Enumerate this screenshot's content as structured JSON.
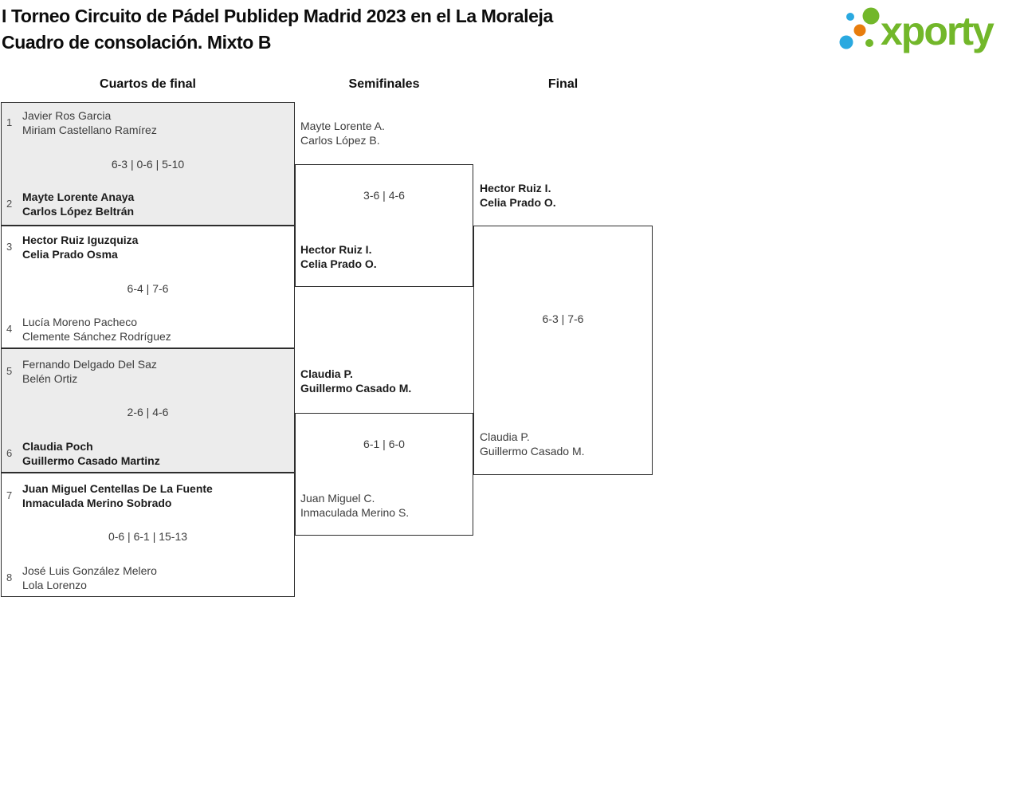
{
  "title": {
    "line1": "I Torneo Circuito de Pádel Publidep Madrid 2023 en el La Moraleja",
    "line2": "Cuadro de consolación. Mixto B"
  },
  "logo": {
    "wordmark": "xporty",
    "colors": {
      "green": "#72b72a",
      "blue": "#2aa9e0",
      "orange": "#e87d0d"
    }
  },
  "rounds": [
    {
      "label": "Cuartos de final"
    },
    {
      "label": "Semifinales"
    },
    {
      "label": "Final"
    }
  ],
  "bracket": {
    "quarterfinals": [
      {
        "seed_top": "1",
        "top_line1": "Javier Ros Garcia",
        "top_line2": "Miriam Castellano Ramírez",
        "score": "6-3 | 0-6 | 5-10",
        "seed_bottom": "2",
        "bottom_line1": "Mayte Lorente Anaya",
        "bottom_line2": "Carlos López Beltrán",
        "winner": "bottom"
      },
      {
        "seed_top": "3",
        "top_line1": "Hector Ruiz Iguzquiza",
        "top_line2": "Celia Prado Osma",
        "score": "6-4 | 7-6",
        "seed_bottom": "4",
        "bottom_line1": "Lucía Moreno Pacheco",
        "bottom_line2": "Clemente Sánchez Rodríguez",
        "winner": "top"
      },
      {
        "seed_top": "5",
        "top_line1": "Fernando Delgado Del Saz",
        "top_line2": "Belén Ortiz",
        "score": "2-6 | 4-6",
        "seed_bottom": "6",
        "bottom_line1": "Claudia Poch",
        "bottom_line2": "Guillermo Casado Martinz",
        "winner": "bottom"
      },
      {
        "seed_top": "7",
        "top_line1": "Juan Miguel Centellas De La Fuente",
        "top_line2": "Inmaculada Merino Sobrado",
        "score": "0-6 | 6-1 | 15-13",
        "seed_bottom": "8",
        "bottom_line1": "José Luis González Melero",
        "bottom_line2": "Lola Lorenzo",
        "winner": "top"
      }
    ],
    "semifinals": [
      {
        "top_line1": "Mayte Lorente A.",
        "top_line2": "Carlos López B.",
        "score": "3-6 | 4-6",
        "bottom_line1": "Hector Ruiz I.",
        "bottom_line2": "Celia Prado O.",
        "winner": "bottom"
      },
      {
        "top_line1": "Claudia P.",
        "top_line2": "Guillermo Casado M.",
        "score": "6-1 | 6-0",
        "bottom_line1": "Juan Miguel C.",
        "bottom_line2": "Inmaculada Merino S.",
        "winner": "top"
      }
    ],
    "final": {
      "top_line1": "Hector Ruiz I.",
      "top_line2": "Celia Prado O.",
      "score": "6-3 | 7-6",
      "bottom_line1": "Claudia P.",
      "bottom_line2": "Guillermo Casado M.",
      "winner": "top"
    }
  }
}
